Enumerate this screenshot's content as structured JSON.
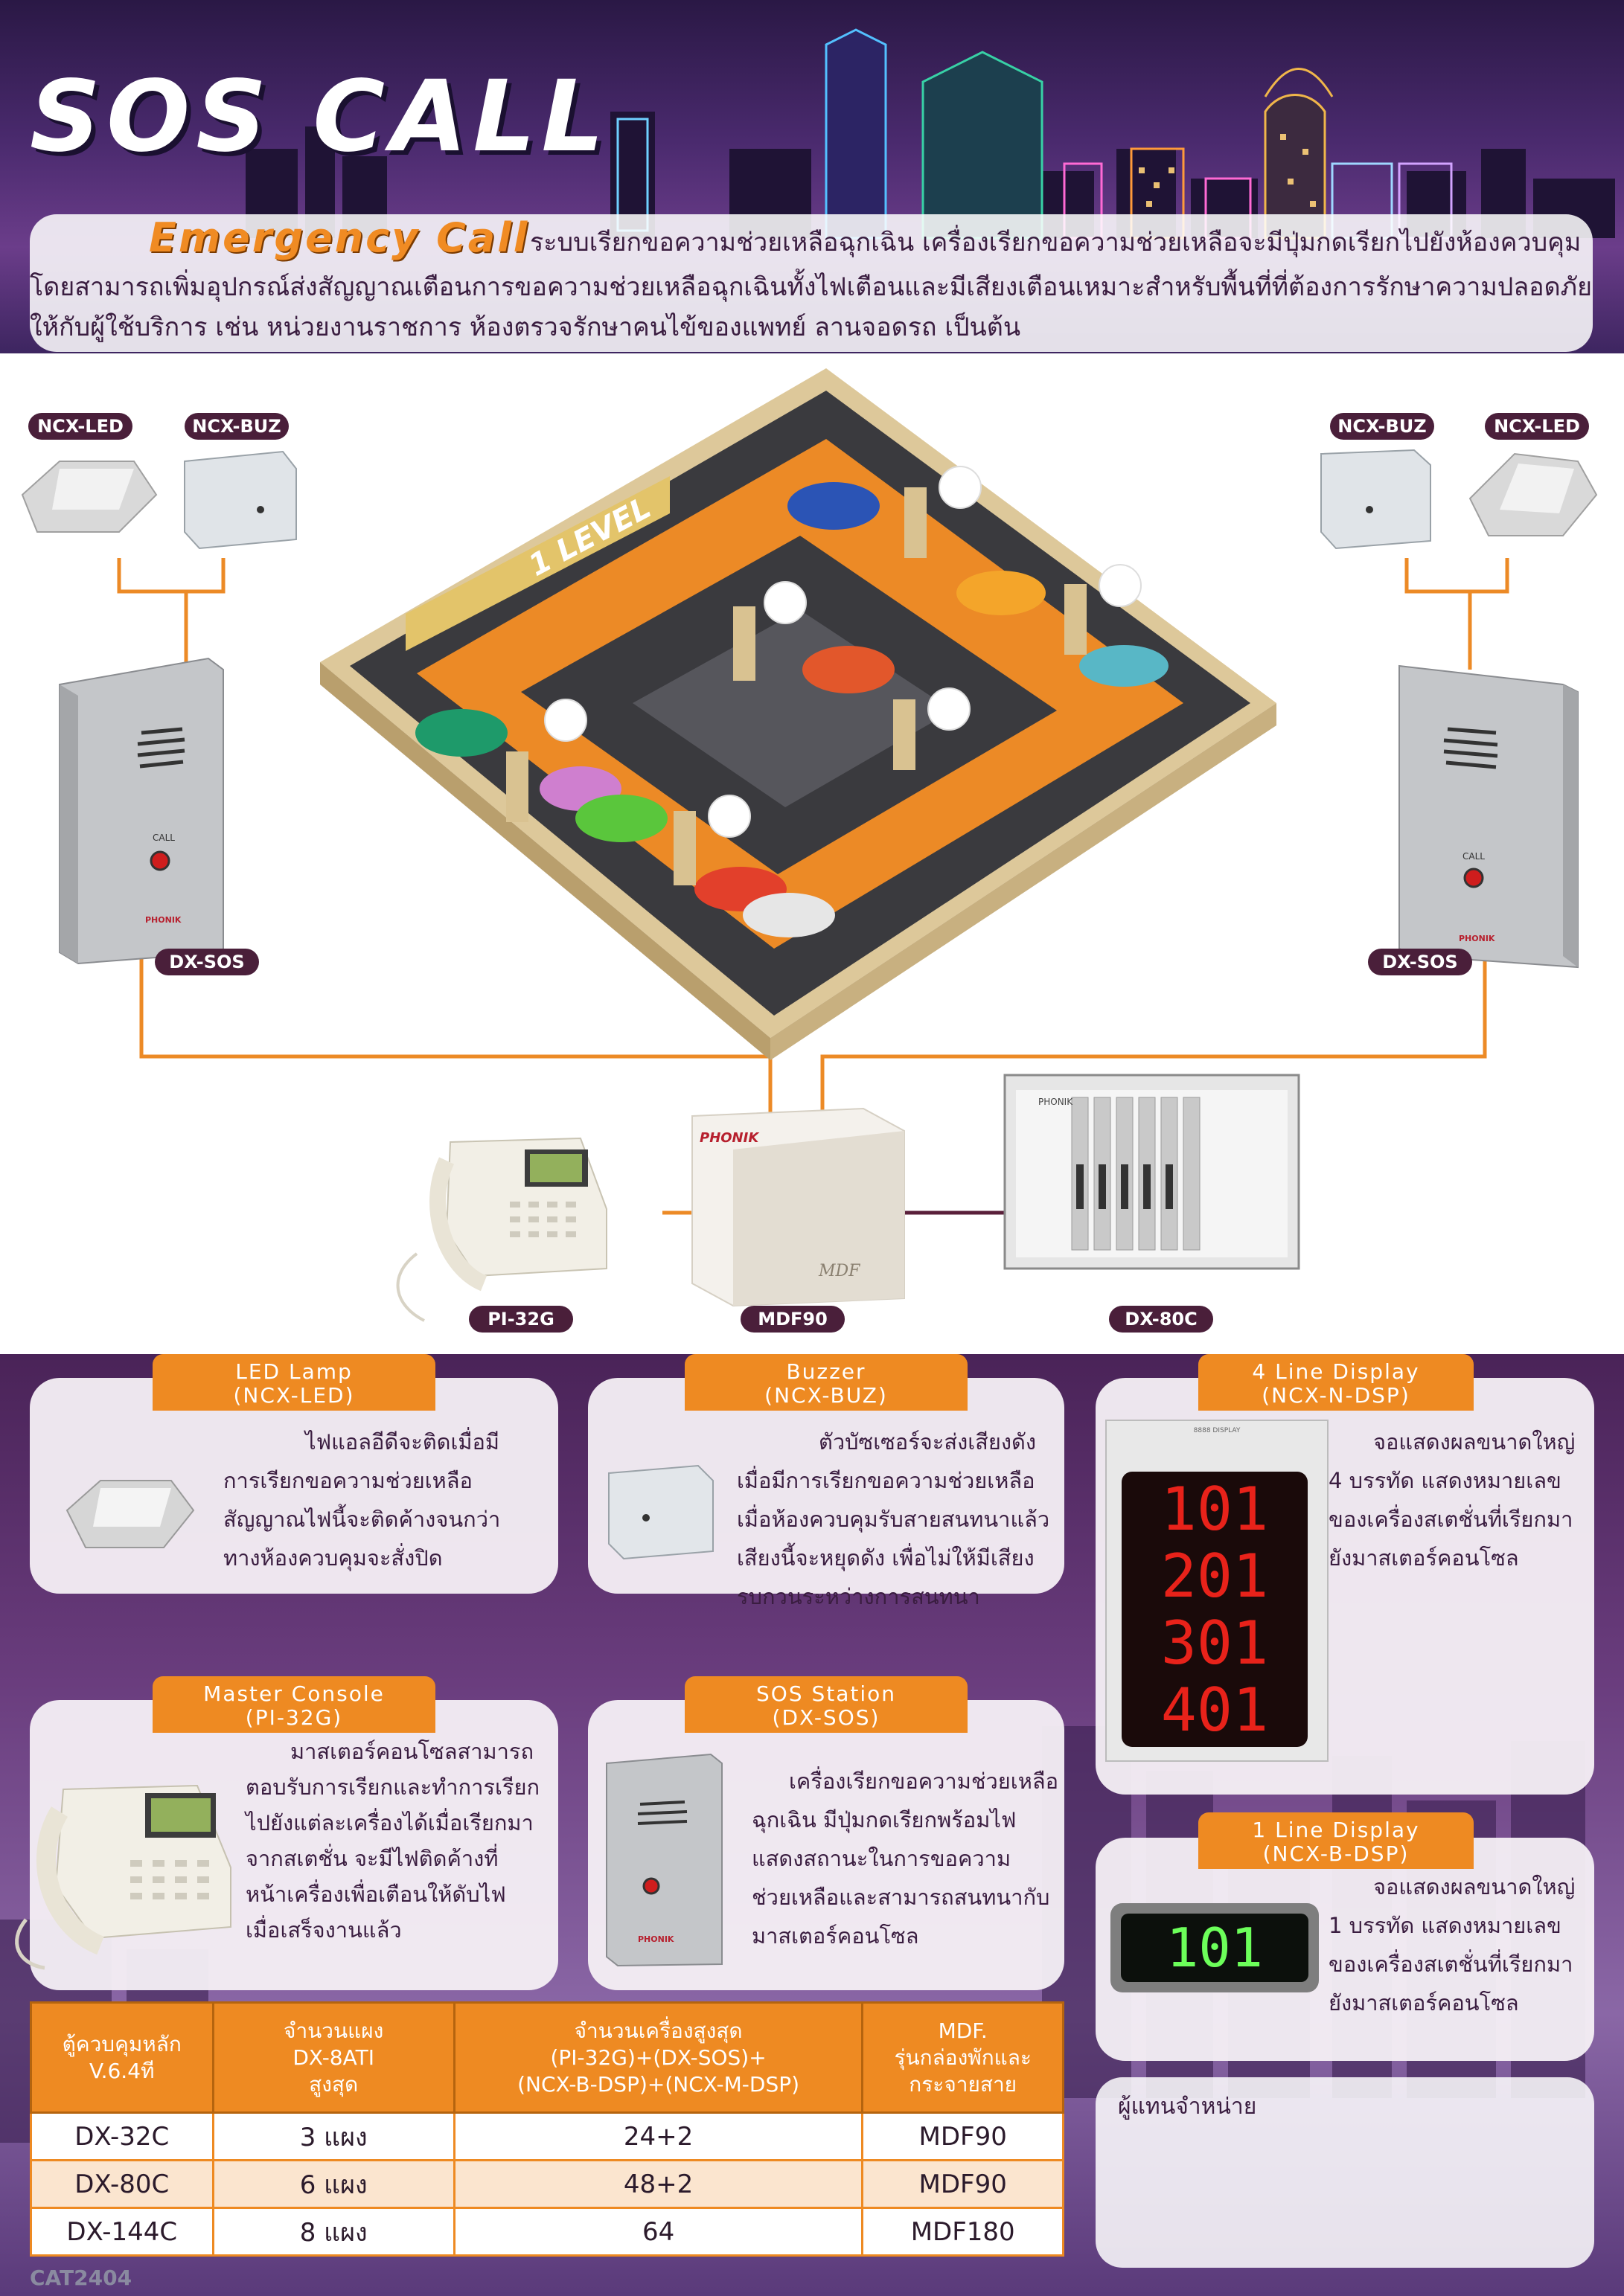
{
  "header": {
    "title": "SOS CALL",
    "subtitle": "Emergency Call",
    "intro_line1": "ระบบเรียกขอความช่วยเหลือฉุกเฉิน เครื่องเรียกขอความช่วยเหลือจะมีปุ่มกดเรียกไปยังห้องควบคุม",
    "intro_line2": "โดยสามารถเพิ่มอุปกรณ์ส่งสัญญาณเตือนการขอความช่วยเหลือฉุกเฉินทั้งไฟเตือนและมีเสียงเตือนเหมาะสำหรับพื้นที่ที่ต้องการรักษาความปลอดภัย",
    "intro_line3": "ให้กับผู้ใช้บริการ เช่น หน่วยงานราชการ ห้องตรวจรักษาคนไข้ของแพทย์ ลานจอดรถ เป็นต้น"
  },
  "diagram": {
    "labels": {
      "ncx_led_left": "NCX-LED",
      "ncx_buz_left": "NCX-BUZ",
      "ncx_buz_right": "NCX-BUZ",
      "ncx_led_right": "NCX-LED",
      "dx_sos_left": "DX-SOS",
      "dx_sos_right": "DX-SOS",
      "pi_32g": "PI-32G",
      "mdf90": "MDF90",
      "dx_80c": "DX-80C"
    },
    "level_sign": "1 LEVEL",
    "station_call_text": "CALL",
    "brand": "PHONIK",
    "mdf_mark": "MDF"
  },
  "cards": {
    "led": {
      "title1": "LED Lamp",
      "title2": "(NCX-LED)",
      "lines": [
        "ไฟแอลอีดีจะติดเมื่อมี",
        "การเรียกขอความช่วยเหลือ",
        "สัญญาณไฟนี้จะติดค้างจนกว่า",
        "ทางห้องควบคุมจะสั่งปิด"
      ]
    },
    "buzzer": {
      "title1": "Buzzer",
      "title2": "(NCX-BUZ)",
      "lines": [
        "ตัวบัซเซอร์จะส่งเสียงดัง",
        "เมื่อมีการเรียกขอความช่วยเหลือ",
        "เมื่อห้องควบคุมรับสายสนทนาแล้ว",
        "เสียงนี้จะหยุดดัง เพื่อไม่ให้มีเสียง",
        "รบกวนระหว่างการสนทนา"
      ]
    },
    "line4": {
      "title1": "4 Line Display",
      "title2": "(NCX-N-DSP)",
      "lines": [
        "จอแสดงผลขนาดใหญ่",
        "4 บรรทัด แสดงหมายเลข",
        "ของเครื่องสเตชั่นที่เรียกมา",
        "ยังมาสเตอร์คอนโซล"
      ],
      "display_header": "8888 DISPLAY",
      "display_values": [
        "101",
        "201",
        "301",
        "401"
      ]
    },
    "master": {
      "title1": "Master Console",
      "title2": "(PI-32G)",
      "lines": [
        "มาสเตอร์คอนโซลสามารถ",
        "ตอบรับการเรียกและทำการเรียก",
        "ไปยังแต่ละเครื่องได้เมื่อเรียกมา",
        "จากสเตชั่น จะมีไฟติดค้างที่",
        "หน้าเครื่องเพื่อเตือนให้ดับไฟ",
        "เมื่อเสร็จงานแล้ว"
      ]
    },
    "sos": {
      "title1": "SOS Station",
      "title2": "(DX-SOS)",
      "lines": [
        "เครื่องเรียกขอความช่วยเหลือ",
        "ฉุกเฉิน มีปุ่มกดเรียกพร้อมไฟ",
        "แสดงสถานะในการขอความ",
        "ช่วยเหลือและสามารถสนทนากับ",
        "มาสเตอร์คอนโซล"
      ]
    },
    "line1": {
      "title1": "1 Line Display",
      "title2": "(NCX-B-DSP)",
      "lines": [
        "จอแสดงผลขนาดใหญ่",
        "1 บรรทัด แสดงหมายเลข",
        "ของเครื่องสเตชั่นที่เรียกมา",
        "ยังมาสเตอร์คอนโซล"
      ],
      "display_value": "101"
    }
  },
  "table": {
    "headers": [
      [
        "ตู้ควบคุมหลัก",
        "V.6.4ที"
      ],
      [
        "จำนวนแผง",
        "DX-8ATI",
        "สูงสุด"
      ],
      [
        "จำนวนเครื่องสูงสุด",
        "(PI-32G)+(DX-SOS)+",
        "(NCX-B-DSP)+(NCX-M-DSP)"
      ],
      [
        "MDF.",
        "รุ่นกล่องพักและ",
        "กระจายสาย"
      ]
    ],
    "rows": [
      [
        "DX-32C",
        "3 แผง",
        "24+2",
        "MDF90"
      ],
      [
        "DX-80C",
        "6 แผง",
        "48+2",
        "MDF90"
      ],
      [
        "DX-144C",
        "8 แผง",
        "64",
        "MDF180"
      ]
    ]
  },
  "dealer_label": "ผู้แทนจำหน่าย",
  "catalog_code": "CAT2404",
  "colors": {
    "accent_orange": "#ee8a22",
    "label_maroon": "#4a1f3a",
    "header_purple": "#4a2a6e",
    "text_dark": "#3a1d40",
    "led_red": "#e8221a",
    "led_green": "#6cff5a"
  }
}
